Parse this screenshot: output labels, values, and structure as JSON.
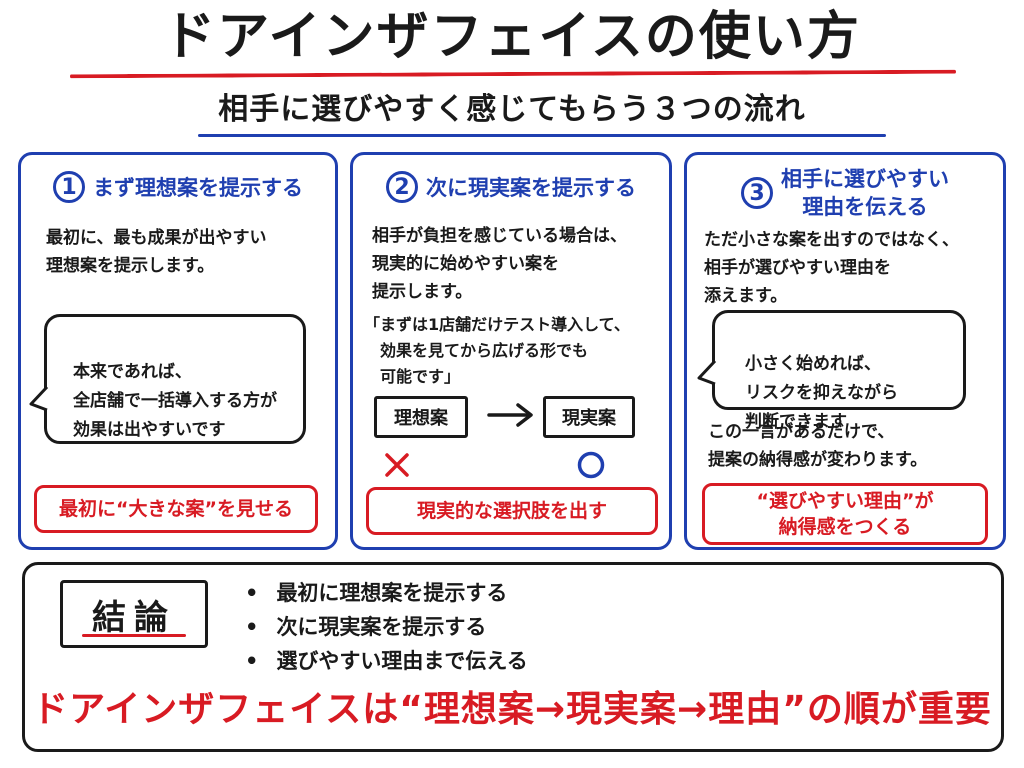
{
  "header": {
    "title": "ドアインザフェイスの使い方",
    "subtitle": "相手に選びやすく感じてもらう３つの流れ"
  },
  "steps": [
    {
      "number": "1",
      "heading": "まず理想案を提示する",
      "body": "最初に、最も成果が出やすい\n理想案を提示します。",
      "bubble": "本来であれば、\n全店舗で一括導入する方が\n効果は出やすいです",
      "takeaway": "最初に“大きな案”を見せる"
    },
    {
      "number": "2",
      "heading": "次に現実案を提示する",
      "body": "相手が負担を感じている場合は、\n現実的に始めやすい案を\n提示します。",
      "quote": "「まずは1店舗だけテスト導入して、\n　効果を見てから広げる形でも\n　可能です」",
      "from_box": "理想案",
      "to_box": "現実案",
      "takeaway": "現実的な選択肢を出す"
    },
    {
      "number": "3",
      "heading": "相手に選びやすい\n理由を伝える",
      "body": "ただ小さな案を出すのではなく、\n相手が選びやすい理由を\n添えます。",
      "bubble": "小さく始めれば、\nリスクを抑えながら\n判断できます",
      "note": "この一言があるだけで、\n提案の納得感が変わります。",
      "takeaway": "“選びやすい理由”が\n納得感をつくる"
    }
  ],
  "conclusion": {
    "label": "結論",
    "bullets": [
      "最初に理想案を提示する",
      "次に現実案を提示する",
      "選びやすい理由まで伝える"
    ],
    "final": "ドアインザフェイスは“理想案→現実案→理由”の順が重要"
  },
  "colors": {
    "blue": "#1f3fb0",
    "red": "#d81b23",
    "ink": "#1a1a1a"
  }
}
